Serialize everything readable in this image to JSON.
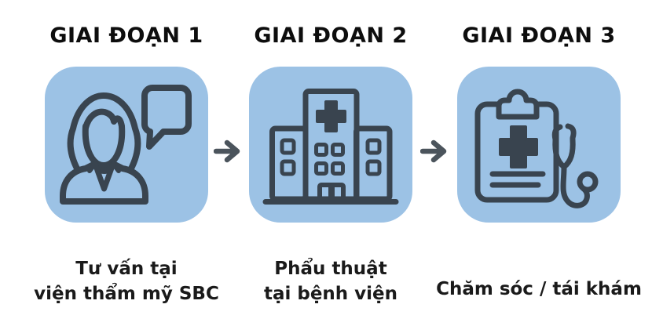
{
  "phases": [
    {
      "header": "GIAI ĐOẠN 1",
      "icon": "consultant-with-speech-bubble",
      "caption_lines": [
        "Tư vấn tại",
        "viện thẩm mỹ SBC"
      ]
    },
    {
      "header": "GIAI ĐOẠN 2",
      "icon": "hospital-building",
      "caption_lines": [
        "Phẩu thuật",
        "tại bệnh viện"
      ]
    },
    {
      "header": "GIAI ĐOẠN 3",
      "icon": "medical-clipboard-with-stethoscope",
      "caption_lines": [
        "Chăm sóc / tái khám"
      ]
    }
  ],
  "arrows": {
    "glyph": "→",
    "count": 2
  },
  "colors": {
    "background": "#ffffff",
    "box_fill": "#9cc2e5",
    "icon_stroke": "#39444f",
    "arrow": "#4b545c",
    "heading_text": "#0d0d0d",
    "caption_text": "#1a1a1a"
  }
}
